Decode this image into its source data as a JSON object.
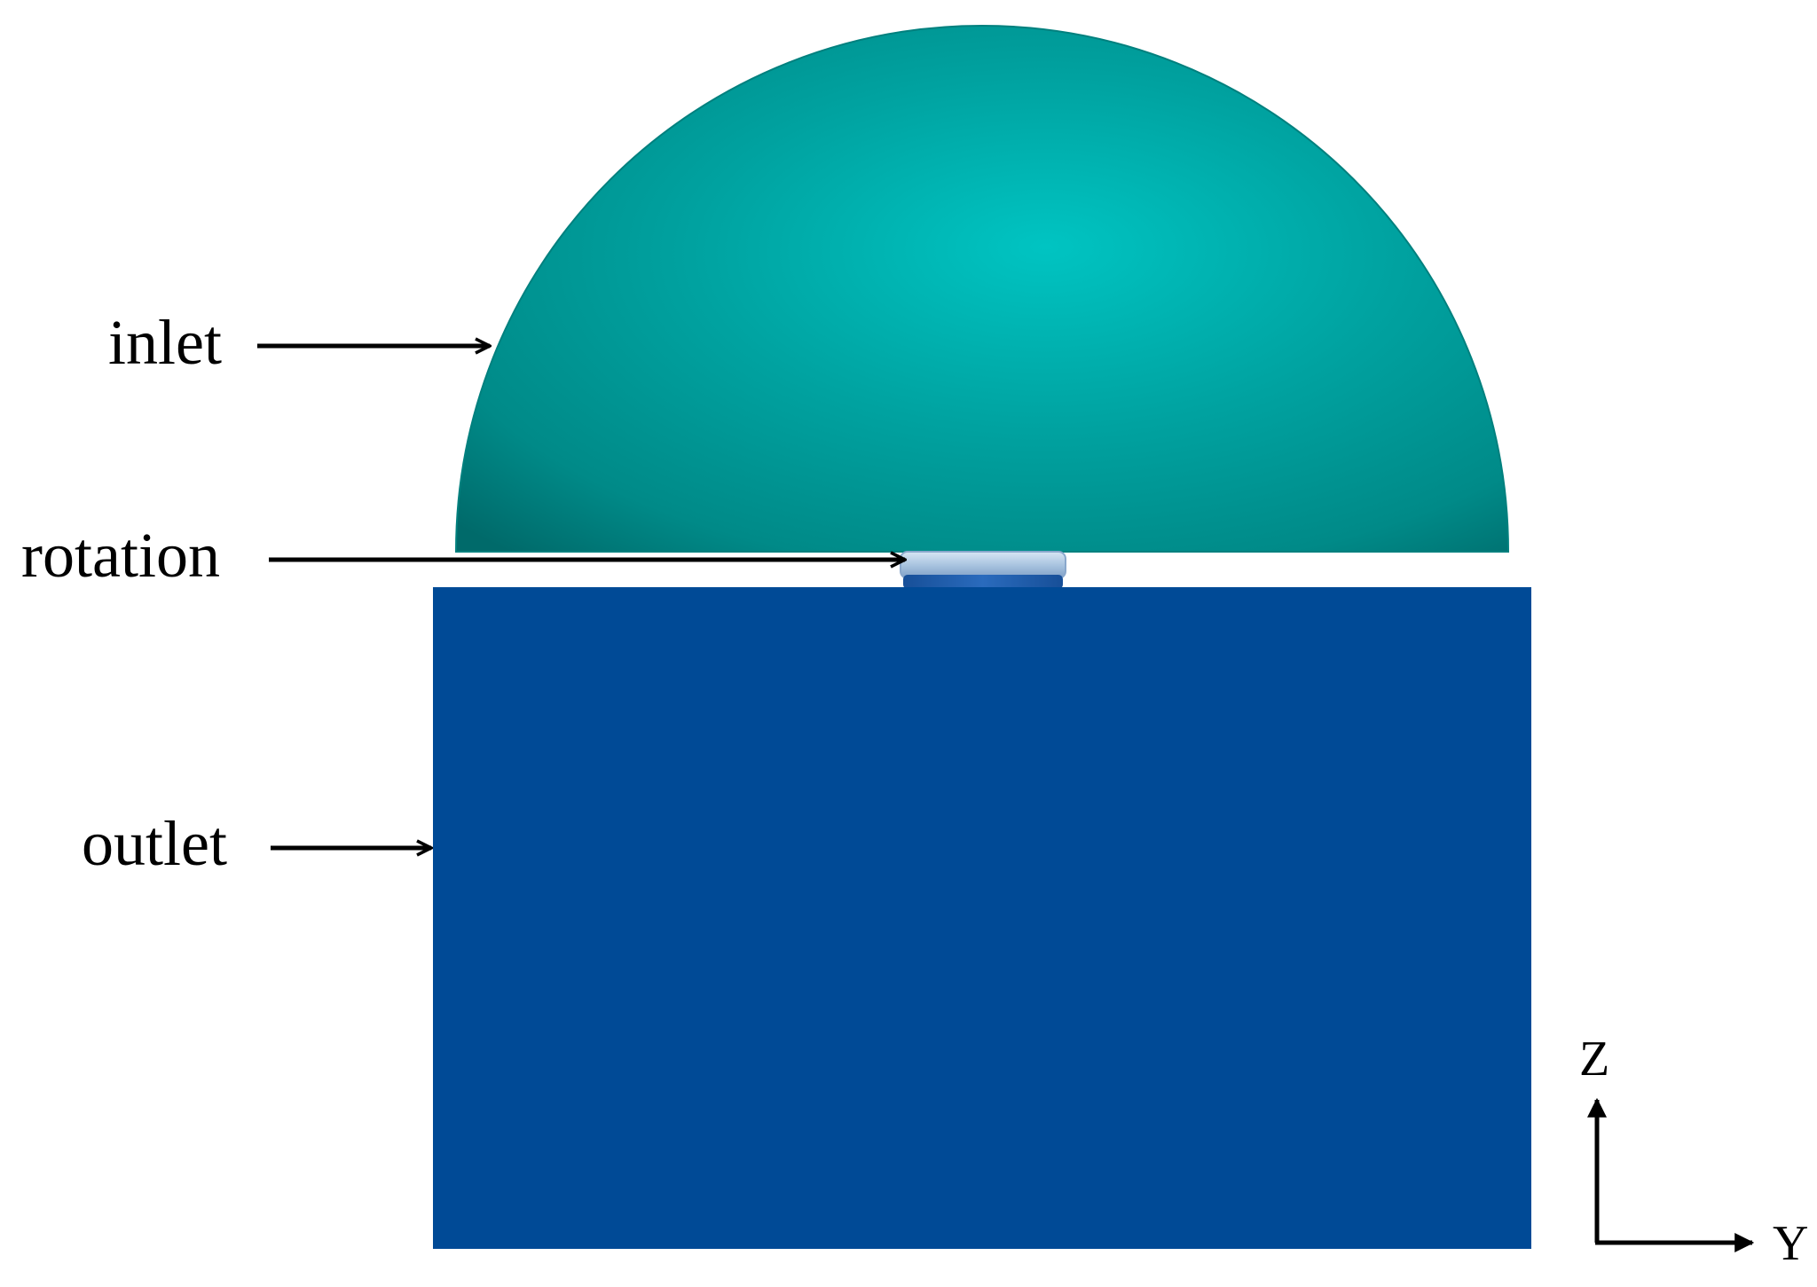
{
  "diagram": {
    "labels": {
      "inlet": "inlet",
      "rotation": "rotation",
      "outlet": "outlet"
    },
    "axes": {
      "z": "Z",
      "y": "Y"
    },
    "colors": {
      "inlet_dome": "#00908e",
      "inlet_dome_highlight": "#00c4c2",
      "inlet_dome_shadow": "#006a6a",
      "rotation_disk": "#a9c4e0",
      "rotation_hub": "#1f5fb0",
      "outlet_block": "#004a96",
      "arrows": "#000000"
    }
  }
}
